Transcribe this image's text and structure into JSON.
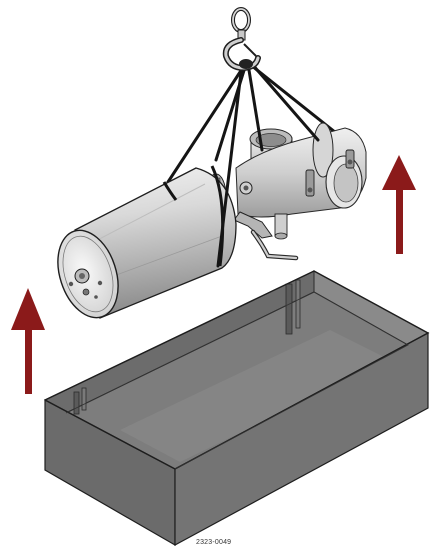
{
  "figure": {
    "reference": "2323-0049"
  },
  "colors": {
    "arrow": "#8b1a1a",
    "crate_dark": "#5c5c5c",
    "crate_mid": "#767676",
    "crate_light": "#9a9a9a",
    "metal": "#c8c8c8",
    "sling": "#1a1a1a"
  },
  "icons": {
    "left_arrow": "lift-up-arrow",
    "right_arrow": "lift-up-arrow",
    "hook": "crane-hook"
  }
}
